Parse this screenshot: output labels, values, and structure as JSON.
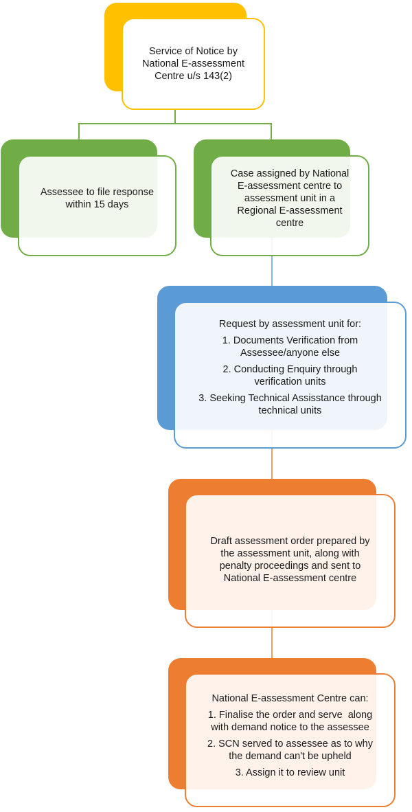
{
  "diagram": {
    "type": "flowchart",
    "colors": {
      "yellow": "#ffc000",
      "green": "#70ad47",
      "blue": "#5b9bd5",
      "orange": "#ed7d31"
    },
    "nodes": [
      {
        "id": "notice",
        "color": "yellow",
        "lines": [
          "Service of Notice by",
          "National E-assessment",
          "Centre u/s 143(2)"
        ]
      },
      {
        "id": "assessee-response",
        "color": "green",
        "lines": [
          "Assessee to file response",
          "within 15 days"
        ]
      },
      {
        "id": "case-assigned",
        "color": "green",
        "lines": [
          "Case assigned by National",
          "E-assessment centre to",
          "assessment unit in a",
          "Regional E-assessment",
          "centre"
        ]
      },
      {
        "id": "request",
        "color": "blue",
        "heading": "Request by assessment unit for:",
        "items": [
          [
            "1. Documents Verification from",
            "Assessee/anyone else"
          ],
          [
            "2. Conducting Enquiry through",
            "verification units"
          ],
          [
            "3. Seeking Technical Assisstance through",
            "technical units"
          ]
        ]
      },
      {
        "id": "draft-order",
        "color": "orange",
        "lines": [
          "Draft assessment order prepared by",
          "the assessment unit, along with",
          "penalty proceedings and sent to",
          "National E-assessment centre"
        ]
      },
      {
        "id": "nec-actions",
        "color": "orange",
        "heading": "National E-assessment Centre can:",
        "items": [
          [
            "1. Finalise the order and serve  along",
            "with demand notice to the assessee"
          ],
          [
            "2. SCN served to assessee as to why",
            "the demand can't be upheld"
          ],
          [
            "3. Assign it to review unit"
          ]
        ]
      }
    ],
    "edges": [
      {
        "from": "notice",
        "to": "assessee-response"
      },
      {
        "from": "notice",
        "to": "case-assigned"
      },
      {
        "from": "case-assigned",
        "to": "request"
      },
      {
        "from": "request",
        "to": "draft-order"
      },
      {
        "from": "draft-order",
        "to": "nec-actions"
      }
    ]
  }
}
